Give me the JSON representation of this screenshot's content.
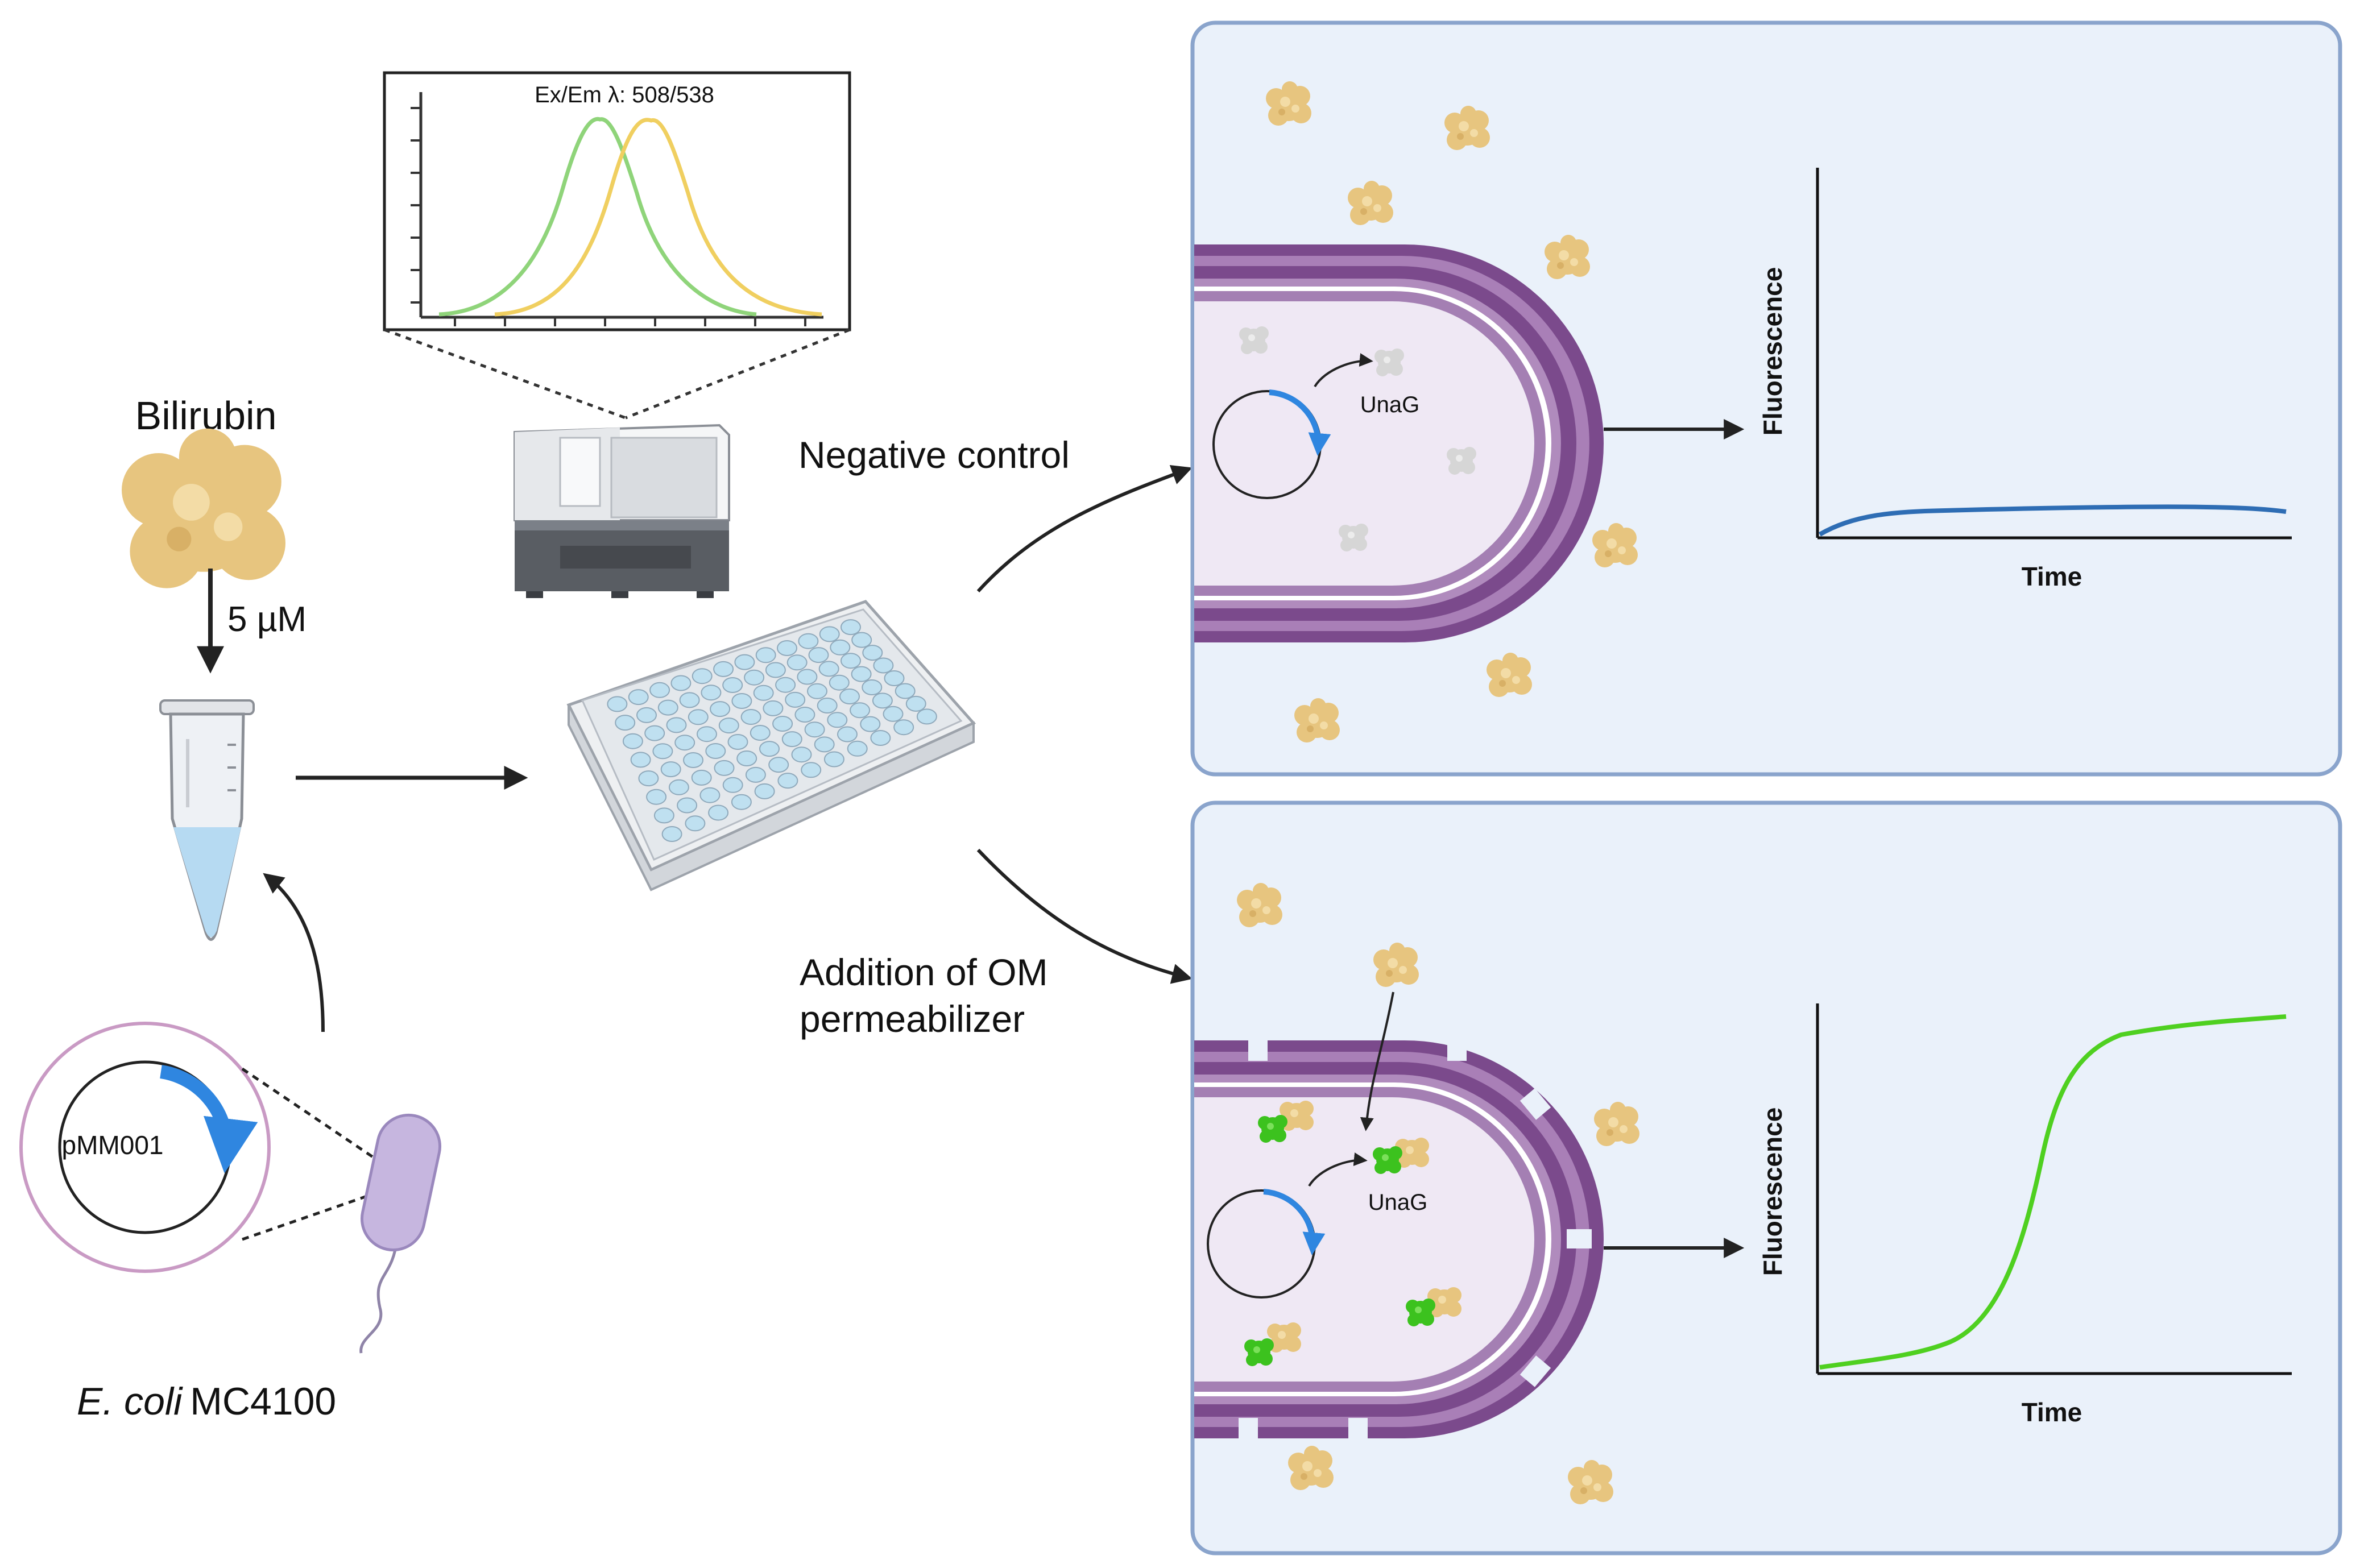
{
  "left": {
    "bilirubin_label": "Bilirubin",
    "concentration_label": "5 µM",
    "plasmid_label": "pMM001",
    "strain_italic": "E. coli",
    "strain_name": "MC4100"
  },
  "spectrum": {
    "title": "Ex/Em λ: 508/538",
    "excitation_color": "#8fd47a",
    "emission_color": "#f0cf60"
  },
  "branches": {
    "negative_label": "Negative control",
    "addition_line1": "Addition of OM",
    "addition_line2": "permeabilizer"
  },
  "panels": {
    "top": {
      "protein_label": "UnaG",
      "ylabel": "Fluorescence",
      "xlabel": "Time",
      "curve_color": "#2e6db4"
    },
    "bottom": {
      "protein_label": "UnaG",
      "ylabel": "Fluorescence",
      "xlabel": "Time",
      "curve_color": "#4fd020"
    }
  },
  "colors": {
    "panel_bg": "#eaf1fa",
    "panel_border": "#8aa4cc",
    "membrane": "#7b4a8c",
    "bilirubin": "#e7c57f",
    "plasmid_arrow": "#2f86e0",
    "unag_green": "#3cc21e",
    "cell_lavender": "#c6b6df"
  }
}
